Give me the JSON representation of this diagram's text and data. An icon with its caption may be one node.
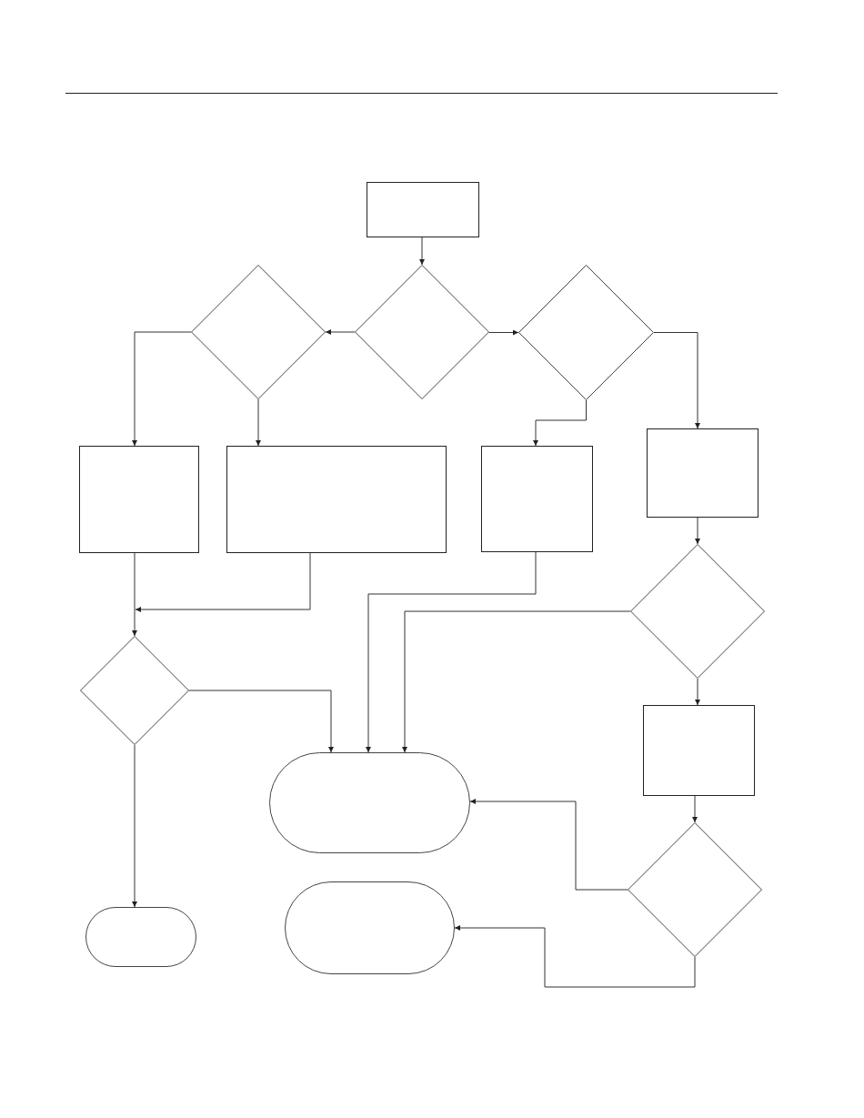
{
  "diagram": {
    "nodes": [
      {
        "text": [],
        "shape": "box"
      },
      {
        "text": [],
        "shape": "diamond"
      },
      {
        "text": [],
        "shape": "diamond"
      },
      {
        "text": [],
        "shape": "diamond"
      },
      {
        "text": [],
        "shape": "box"
      },
      {
        "text": [],
        "shape": "box"
      },
      {
        "text": [],
        "shape": "box"
      },
      {
        "text": [],
        "shape": "box"
      },
      {
        "text": [],
        "shape": "diamond"
      },
      {
        "text": [],
        "shape": "diamond"
      },
      {
        "text": [],
        "shape": "box"
      },
      {
        "text": [],
        "shape": "oval"
      },
      {
        "text": [],
        "shape": "diamond"
      },
      {
        "text": [],
        "shape": "oval"
      },
      {
        "text": [],
        "shape": "oval"
      }
    ],
    "edges": [
      {
        "from": 0,
        "to": 2,
        "arrow": "to"
      },
      {
        "from": 2,
        "to": 1,
        "arrow": "to"
      },
      {
        "from": 2,
        "to": 3,
        "arrow": "to"
      },
      {
        "from": 1,
        "to": 4,
        "arrow": "to"
      },
      {
        "from": 1,
        "to": 5,
        "arrow": "to"
      },
      {
        "from": 3,
        "to": 6,
        "arrow": "to"
      },
      {
        "from": 3,
        "to": 7,
        "arrow": "to"
      },
      {
        "from": 4,
        "to": 9,
        "arrow": "to"
      },
      {
        "from": 5,
        "to": 9,
        "arrow": "to"
      },
      {
        "from": 9,
        "to": 11,
        "arrow": "to"
      },
      {
        "from": 6,
        "to": 11,
        "arrow": "to"
      },
      {
        "from": 8,
        "to": 11,
        "arrow": "to"
      },
      {
        "from": 9,
        "to": 13,
        "arrow": "to"
      },
      {
        "from": 7,
        "to": 8,
        "arrow": "to"
      },
      {
        "from": 8,
        "to": 10,
        "arrow": "to"
      },
      {
        "from": 10,
        "to": 12,
        "arrow": "to"
      },
      {
        "from": 12,
        "to": 11,
        "arrow": "to"
      },
      {
        "from": 12,
        "to": 14,
        "arrow": "to"
      }
    ]
  }
}
